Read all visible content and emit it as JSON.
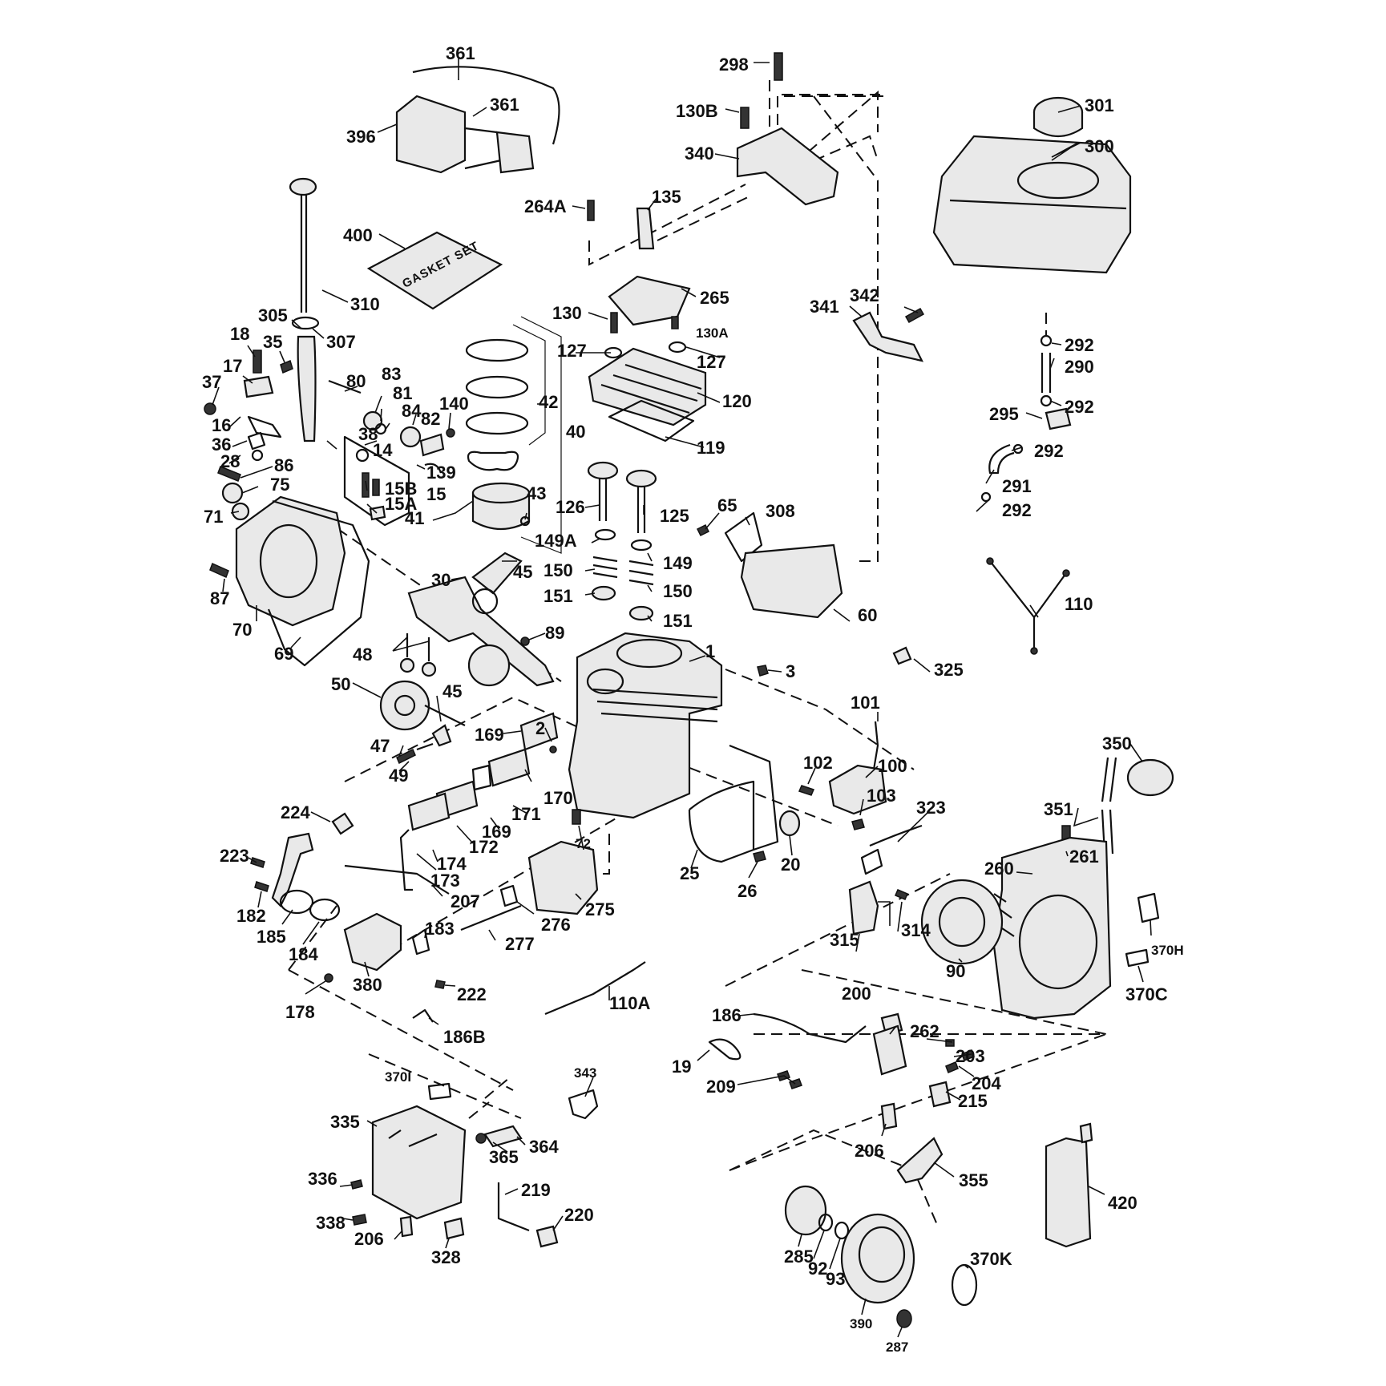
{
  "diagram": {
    "gasket_box_text": "GASKET SET",
    "labels": {
      "l361a": "361",
      "l361b": "361",
      "l396": "396",
      "l298": "298",
      "l130B": "130B",
      "l301": "301",
      "l300": "300",
      "l340": "340",
      "l264A": "264A",
      "l135": "135",
      "l400": "400",
      "l265": "265",
      "l310": "310",
      "l305": "305",
      "l307": "307",
      "l130": "130",
      "l130A": "130A",
      "l341": "341",
      "l342": "342",
      "l292a": "292",
      "l290": "290",
      "l292b": "292",
      "l295": "295",
      "l292c": "292",
      "l291": "291",
      "l292d": "292",
      "l18": "18",
      "l35": "35",
      "l17": "17",
      "l37": "37",
      "l80": "80",
      "l83": "83",
      "l81": "81",
      "l84": "84",
      "l82": "82",
      "l140": "140",
      "l127a": "127",
      "l127b": "127",
      "l120": "120",
      "l42": "42",
      "l40": "40",
      "l16": "16",
      "l36": "36",
      "l28": "28",
      "l86": "86",
      "l38": "38",
      "l14": "14",
      "l139": "139",
      "l119": "119",
      "l75": "75",
      "l15B": "15B",
      "l15": "15",
      "l15A": "15A",
      "l71": "71",
      "l41": "41",
      "l43": "43",
      "l126": "126",
      "l125": "125",
      "l65": "65",
      "l308": "308",
      "l149A": "149A",
      "l149": "149",
      "l150a": "150",
      "l150b": "150",
      "l151a": "151",
      "l151b": "151",
      "l87": "87",
      "l70": "70",
      "l30": "30",
      "l45a": "45",
      "l69": "69",
      "l48": "48",
      "l89": "89",
      "l60": "60",
      "l110": "110",
      "l1": "1",
      "l3": "3",
      "l325": "325",
      "l50": "50",
      "l45b": "45",
      "l101": "101",
      "l169a": "169",
      "l2": "2",
      "l47": "47",
      "l49": "49",
      "l102": "102",
      "l100": "100",
      "l350": "350",
      "l170": "170",
      "l103": "103",
      "l323": "323",
      "l351": "351",
      "l224": "224",
      "l171": "171",
      "l169b": "169",
      "l72": "72",
      "l261": "261",
      "l223": "223",
      "l172": "172",
      "l174": "174",
      "l173": "173",
      "l25": "25",
      "l26": "26",
      "l20": "20",
      "l260": "260",
      "l207": "207",
      "l275": "275",
      "l182": "182",
      "l185": "185",
      "l184": "184",
      "l183": "183",
      "l276": "276",
      "l277": "277",
      "l315": "315",
      "l314": "314",
      "l90": "90",
      "l370H": "370H",
      "l370C": "370C",
      "l380": "380",
      "l222": "222",
      "l178": "178",
      "l110A": "110A",
      "l186": "186",
      "l200": "200",
      "l262": "262",
      "l186B": "186B",
      "l19": "19",
      "l203": "203",
      "l209": "209",
      "l204": "204",
      "l215": "215",
      "l370I": "370I",
      "l343": "343",
      "l335": "335",
      "l364": "364",
      "l365": "365",
      "l206a": "206",
      "l355": "355",
      "l336": "336",
      "l219": "219",
      "l420": "420",
      "l220": "220",
      "l338": "338",
      "l206b": "206",
      "l328": "328",
      "l285": "285",
      "l92": "92",
      "l93": "93",
      "l370K": "370K",
      "l390": "390",
      "l287": "287"
    }
  }
}
